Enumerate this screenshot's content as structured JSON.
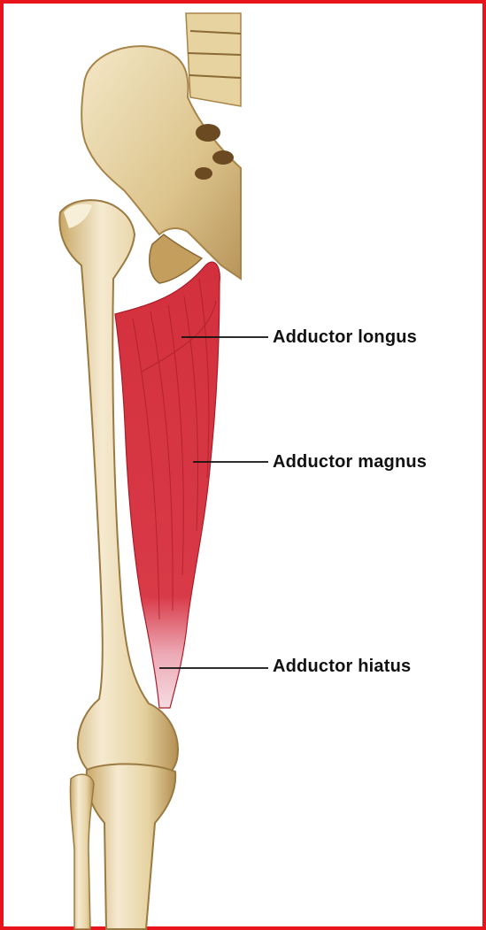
{
  "labels": {
    "adductor_longus": "Adductor longus",
    "adductor_magnus": "Adductor magnus",
    "adductor_hiatus": "Adductor hiatus"
  },
  "colors": {
    "frame": "#e8141c",
    "bone_light": "#f3e6bf",
    "bone_mid": "#dcc690",
    "bone_shadow": "#a9844a",
    "muscle": "#d8323f",
    "muscle_dark": "#a91c28",
    "tendon": "#f2c6cf",
    "leader_line": "#111111"
  }
}
